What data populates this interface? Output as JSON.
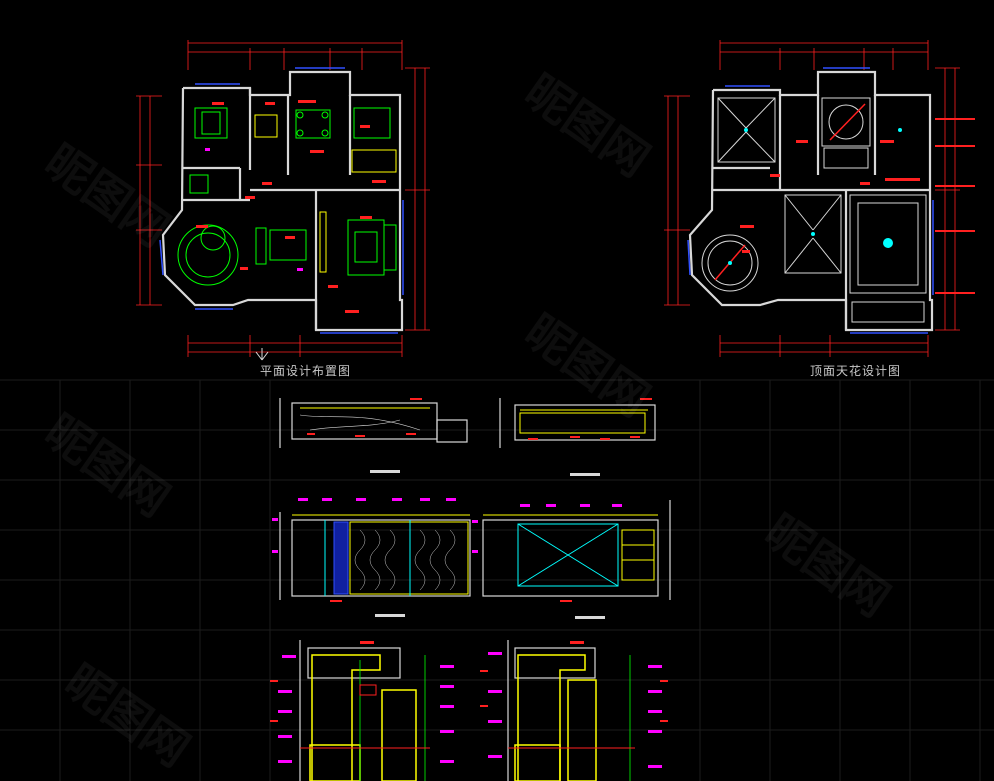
{
  "drawing": {
    "title_plan": "平面设计布置图",
    "title_ceiling": "顶面天花设计图",
    "colors": {
      "background": "#000000",
      "wall": "#d8d8d8",
      "furniture": "#00ff00",
      "dimension": "#ff2020",
      "window": "#3050ff",
      "tag": "#ff00ff",
      "cabinet": "#ffff00",
      "elevation_line": "#00ffff",
      "grid": "#1e1e1e"
    }
  },
  "watermark": {
    "text": "昵图网"
  }
}
